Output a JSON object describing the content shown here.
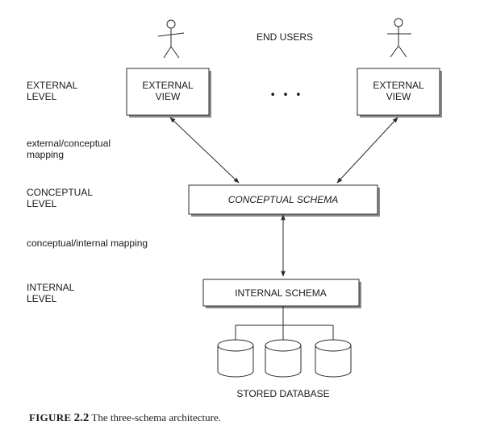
{
  "levels": {
    "external": [
      "EXTERNAL",
      "LEVEL"
    ],
    "external_conceptual_mapping": [
      "external/conceptual",
      "mapping"
    ],
    "conceptual": [
      "CONCEPTUAL",
      "LEVEL"
    ],
    "conceptual_internal_mapping": "conceptual/internal mapping",
    "internal": [
      "INTERNAL",
      "LEVEL"
    ]
  },
  "end_users": "END USERS",
  "external_view_left": [
    "EXTERNAL",
    "VIEW"
  ],
  "external_view_right": [
    "EXTERNAL",
    "VIEW"
  ],
  "ellipsis": "• • •",
  "conceptual_schema": "CONCEPTUAL SCHEMA",
  "internal_schema": "INTERNAL SCHEMA",
  "stored_database": "STORED DATABASE",
  "caption": {
    "prefix": "FIGURE",
    "number": "2.2",
    "text": "The three-schema architecture."
  }
}
